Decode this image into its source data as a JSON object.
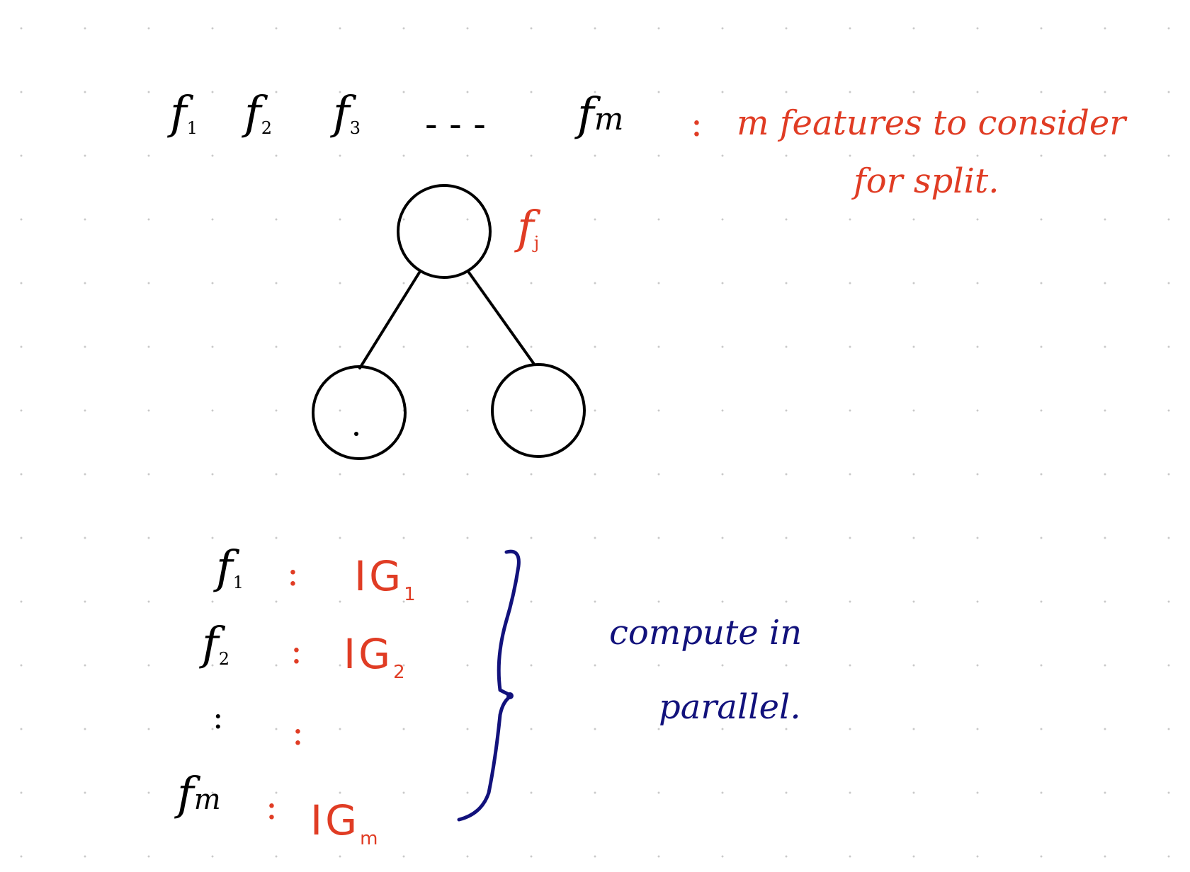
{
  "top_row": {
    "f1": "f",
    "f1_sub": "1",
    "f2": "f",
    "f2_sub": "2",
    "f3": "f",
    "f3_sub": "3",
    "ellipsis": "- - -",
    "fm": "f",
    "fm_sub": "m",
    "colon": ":"
  },
  "annotation": {
    "line1": "m features to consider",
    "line2": "for  split."
  },
  "tree": {
    "root_label": "f",
    "root_label_sub": "j"
  },
  "ig_list": {
    "rows": [
      {
        "feature": "f",
        "feature_sub": "1",
        "colon": ":",
        "ig": "IG",
        "ig_sub": "1"
      },
      {
        "feature": "f",
        "feature_sub": "2",
        "colon": ":",
        "ig": "IG",
        "ig_sub": "2"
      },
      {
        "feature": ":",
        "feature_sub": "",
        "colon": ":",
        "ig": "",
        "ig_sub": ""
      },
      {
        "feature": "f",
        "feature_sub": "m",
        "colon": ":",
        "ig": "IG",
        "ig_sub": "m"
      }
    ]
  },
  "brace_note": {
    "line1": "compute  in",
    "line2": "parallel."
  },
  "colors": {
    "ink": "#000000",
    "red": "#e03c24",
    "blue": "#12127c",
    "dot_grid": "#c9c9c9"
  }
}
